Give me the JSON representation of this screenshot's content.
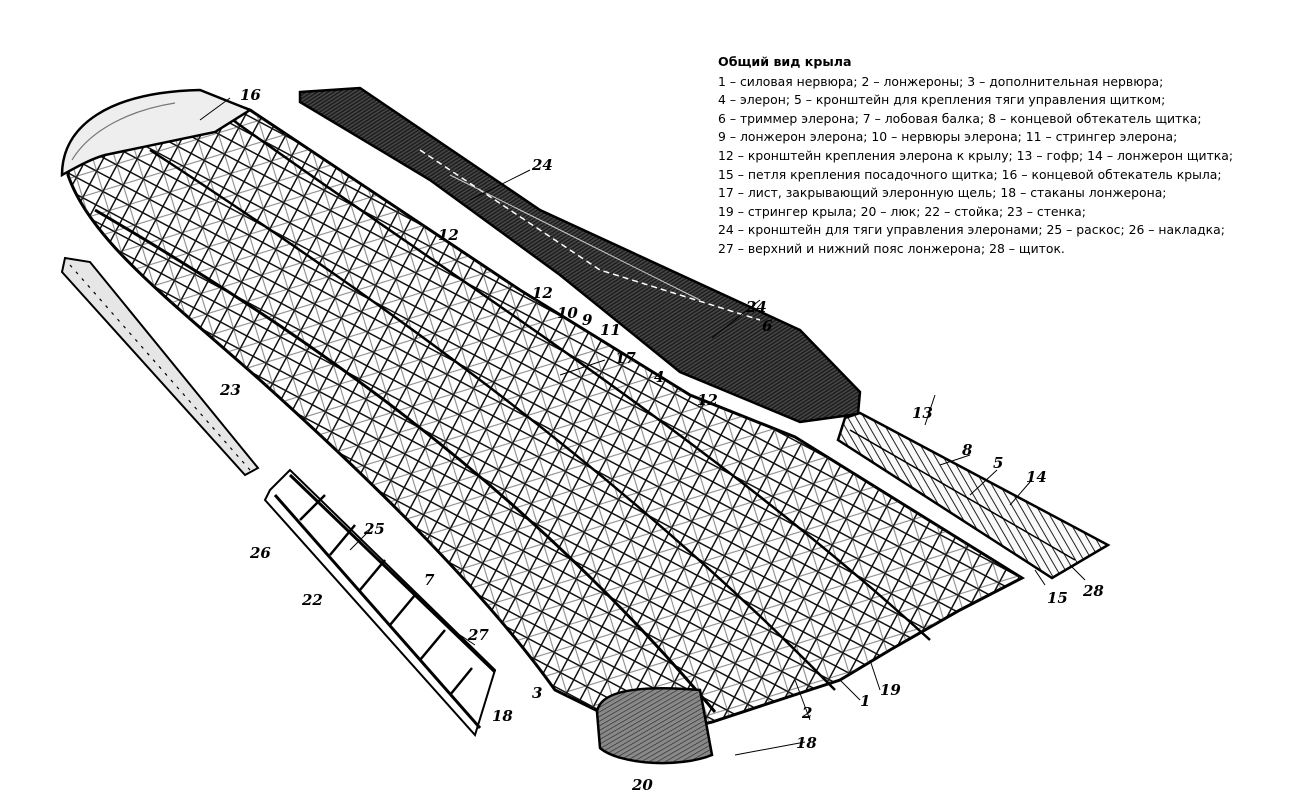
{
  "legend": {
    "title": "Общий вид крыла",
    "lines": [
      "1 – силовая нервюра; 2 – лонжероны; 3 – дополнительная нервюра;",
      "4 – элерон; 5 – кронштейн для крепления тяги управления щитком;",
      "6 – триммер элерона; 7 – лобовая балка; 8 – концевой обтекатель щитка;",
      "9 – лонжерон элерона; 10 – нервюры элерона; 11 – стрингер элерона;",
      "12 – кронштейн крепления элерона к крылу; 13 – гофр; 14 – лонжерон щитка;",
      "15 – петля крепления посадочного щитка; 16 – концевой обтекатель крыла;",
      "17 – лист, закрывающий элеронную щель; 18 – стаканы лонжерона;",
      "19 – стрингер крыла; 20 – люк; 22 – стойка; 23 – стенка;",
      "24 – кронштейн для тяги управления элеронами; 25 – раскос; 26 – накладка;",
      "27 – верхний и нижний пояс лонжерона; 28 – щиток."
    ]
  },
  "callouts": {
    "c16": "16",
    "c24a": "24",
    "c12a": "12",
    "c12b": "12",
    "c10": "10",
    "c9": "9",
    "c11": "11",
    "c24b": "24",
    "c6": "6",
    "c4": "4",
    "c12c": "12",
    "c17": "17",
    "c23": "23",
    "c13": "13",
    "c8": "8",
    "c5": "5",
    "c14": "14",
    "c15": "15",
    "c28": "28",
    "c26": "26",
    "c25": "25",
    "c7": "7",
    "c22": "22",
    "c27": "27",
    "c3": "3",
    "c2": "2",
    "c1": "1",
    "c19": "19",
    "c18a": "18",
    "c18b": "18",
    "c20": "20"
  }
}
